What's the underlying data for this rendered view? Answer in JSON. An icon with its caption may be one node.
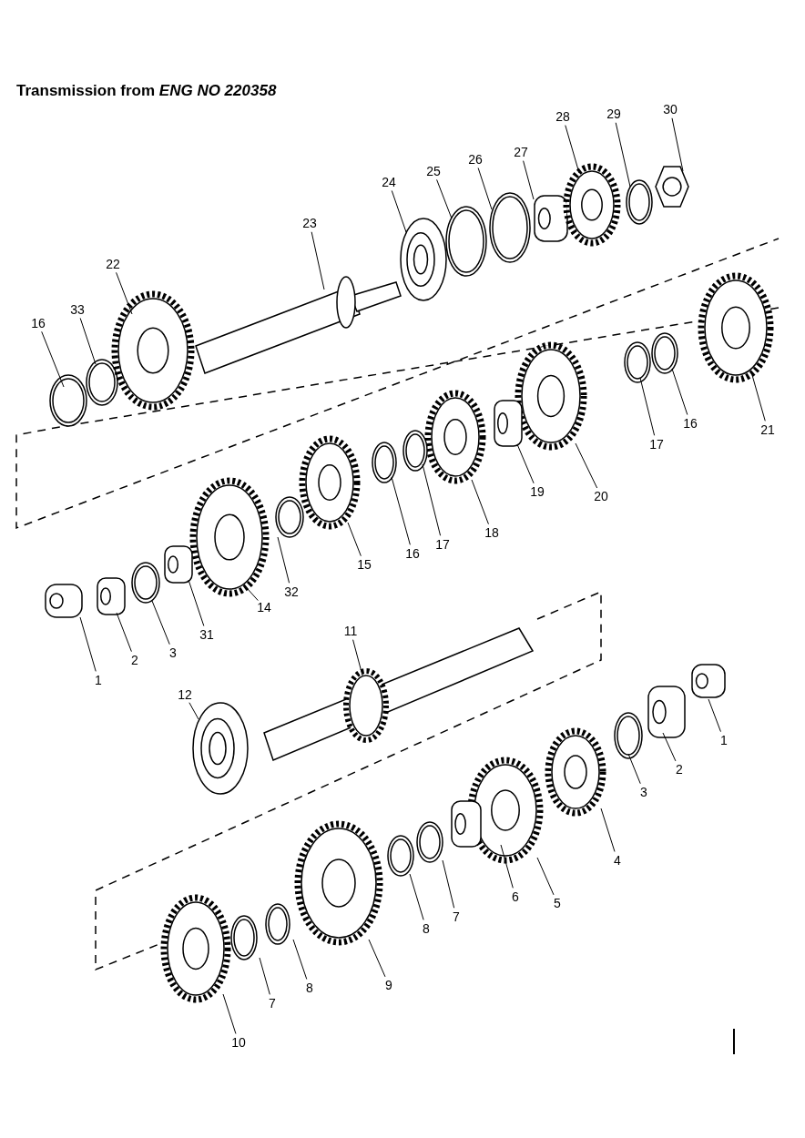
{
  "diagram": {
    "title": "Transmission from *ENG NO 220358*",
    "nodes": [
      {
        "text": [
          "16"
        ]
      },
      {
        "text": [
          "33"
        ]
      },
      {
        "text": [
          "22"
        ]
      },
      {
        "text": [
          "23"
        ]
      },
      {
        "text": [
          "24"
        ]
      },
      {
        "text": [
          "25"
        ]
      },
      {
        "text": [
          "26"
        ]
      },
      {
        "text": [
          "27"
        ]
      },
      {
        "text": [
          "28"
        ]
      },
      {
        "text": [
          "29"
        ]
      },
      {
        "text": [
          "30"
        ]
      },
      {
        "text": [
          "21"
        ]
      },
      {
        "text": [
          "16"
        ]
      },
      {
        "text": [
          "17"
        ]
      },
      {
        "text": [
          "20"
        ]
      },
      {
        "text": [
          "19"
        ]
      },
      {
        "text": [
          "18"
        ]
      },
      {
        "text": [
          "17"
        ]
      },
      {
        "text": [
          "16"
        ]
      },
      {
        "text": [
          "15"
        ]
      },
      {
        "text": [
          "32"
        ]
      },
      {
        "text": [
          "14"
        ]
      },
      {
        "text": [
          "31"
        ]
      },
      {
        "text": [
          "3"
        ]
      },
      {
        "text": [
          "2"
        ]
      },
      {
        "text": [
          "1"
        ]
      },
      {
        "text": [
          "11"
        ]
      },
      {
        "text": [
          "12"
        ]
      },
      {
        "text": [
          "1"
        ]
      },
      {
        "text": [
          "2"
        ]
      },
      {
        "text": [
          "3"
        ]
      },
      {
        "text": [
          "4"
        ]
      },
      {
        "text": [
          "5"
        ]
      },
      {
        "text": [
          "6"
        ]
      },
      {
        "text": [
          "7"
        ]
      },
      {
        "text": [
          "8"
        ]
      },
      {
        "text": [
          "9"
        ]
      },
      {
        "text": [
          "8"
        ]
      },
      {
        "text": [
          "7"
        ]
      },
      {
        "text": [
          "10"
        ]
      }
    ],
    "edges": [
      {
        "from": 0,
        "to": null,
        "arrow": "none"
      },
      {
        "from": 1,
        "to": null,
        "arrow": "none"
      },
      {
        "from": 2,
        "to": null,
        "arrow": "none"
      },
      {
        "from": 3,
        "to": null,
        "arrow": "none"
      },
      {
        "from": 4,
        "to": null,
        "arrow": "none"
      },
      {
        "from": 5,
        "to": null,
        "arrow": "none"
      },
      {
        "from": 6,
        "to": null,
        "arrow": "none"
      },
      {
        "from": 7,
        "to": null,
        "arrow": "none"
      },
      {
        "from": 8,
        "to": null,
        "arrow": "none"
      },
      {
        "from": 9,
        "to": null,
        "arrow": "none"
      },
      {
        "from": 10,
        "to": null,
        "arrow": "none"
      },
      {
        "from": 11,
        "to": null,
        "arrow": "none"
      },
      {
        "from": 12,
        "to": null,
        "arrow": "none"
      },
      {
        "from": 13,
        "to": null,
        "arrow": "none"
      },
      {
        "from": 14,
        "to": null,
        "arrow": "none"
      },
      {
        "from": 15,
        "to": null,
        "arrow": "none"
      },
      {
        "from": 16,
        "to": null,
        "arrow": "none"
      },
      {
        "from": 17,
        "to": null,
        "arrow": "none"
      },
      {
        "from": 18,
        "to": null,
        "arrow": "none"
      },
      {
        "from": 19,
        "to": null,
        "arrow": "none"
      },
      {
        "from": 20,
        "to": null,
        "arrow": "none"
      },
      {
        "from": 21,
        "to": null,
        "arrow": "none"
      },
      {
        "from": 22,
        "to": null,
        "arrow": "none"
      },
      {
        "from": 23,
        "to": null,
        "arrow": "none"
      },
      {
        "from": 24,
        "to": null,
        "arrow": "none"
      },
      {
        "from": 25,
        "to": null,
        "arrow": "none"
      },
      {
        "from": 26,
        "to": null,
        "arrow": "none"
      },
      {
        "from": 27,
        "to": null,
        "arrow": "none"
      },
      {
        "from": 28,
        "to": null,
        "arrow": "none"
      },
      {
        "from": 29,
        "to": null,
        "arrow": "none"
      },
      {
        "from": 30,
        "to": null,
        "arrow": "none"
      },
      {
        "from": 31,
        "to": null,
        "arrow": "none"
      },
      {
        "from": 32,
        "to": null,
        "arrow": "none"
      },
      {
        "from": 33,
        "to": null,
        "arrow": "none"
      },
      {
        "from": 34,
        "to": null,
        "arrow": "none"
      },
      {
        "from": 35,
        "to": null,
        "arrow": "none"
      },
      {
        "from": 36,
        "to": null,
        "arrow": "none"
      },
      {
        "from": 37,
        "to": null,
        "arrow": "none"
      },
      {
        "from": 38,
        "to": null,
        "arrow": "none"
      },
      {
        "from": 39,
        "to": null,
        "arrow": "none"
      }
    ]
  }
}
